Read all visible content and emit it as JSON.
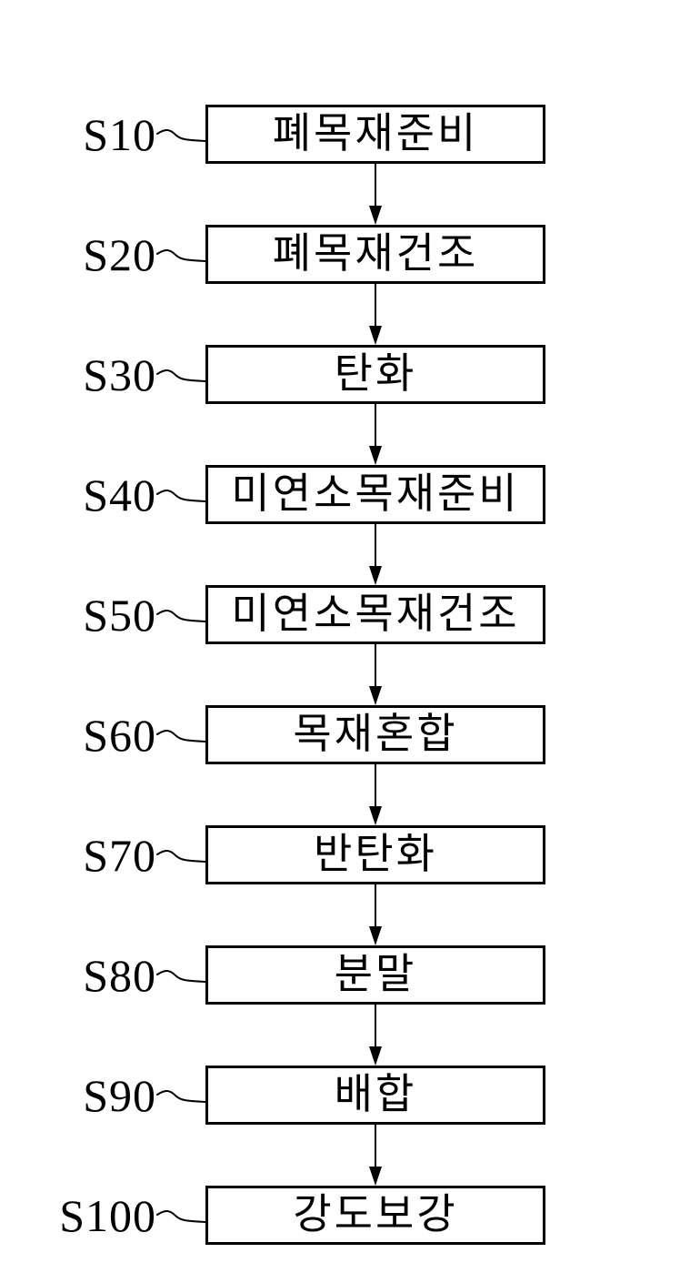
{
  "flowchart": {
    "steps": [
      {
        "id": "S10",
        "label": "폐목재준비"
      },
      {
        "id": "S20",
        "label": "폐목재건조"
      },
      {
        "id": "S30",
        "label": "탄화"
      },
      {
        "id": "S40",
        "label": "미연소목재준비"
      },
      {
        "id": "S50",
        "label": "미연소목재건조"
      },
      {
        "id": "S60",
        "label": "목재혼합"
      },
      {
        "id": "S70",
        "label": "반탄화"
      },
      {
        "id": "S80",
        "label": "분말"
      },
      {
        "id": "S90",
        "label": "배합"
      },
      {
        "id": "S100",
        "label": "강도보강"
      }
    ],
    "colors": {
      "line": "#000000",
      "background": "#ffffff"
    }
  }
}
